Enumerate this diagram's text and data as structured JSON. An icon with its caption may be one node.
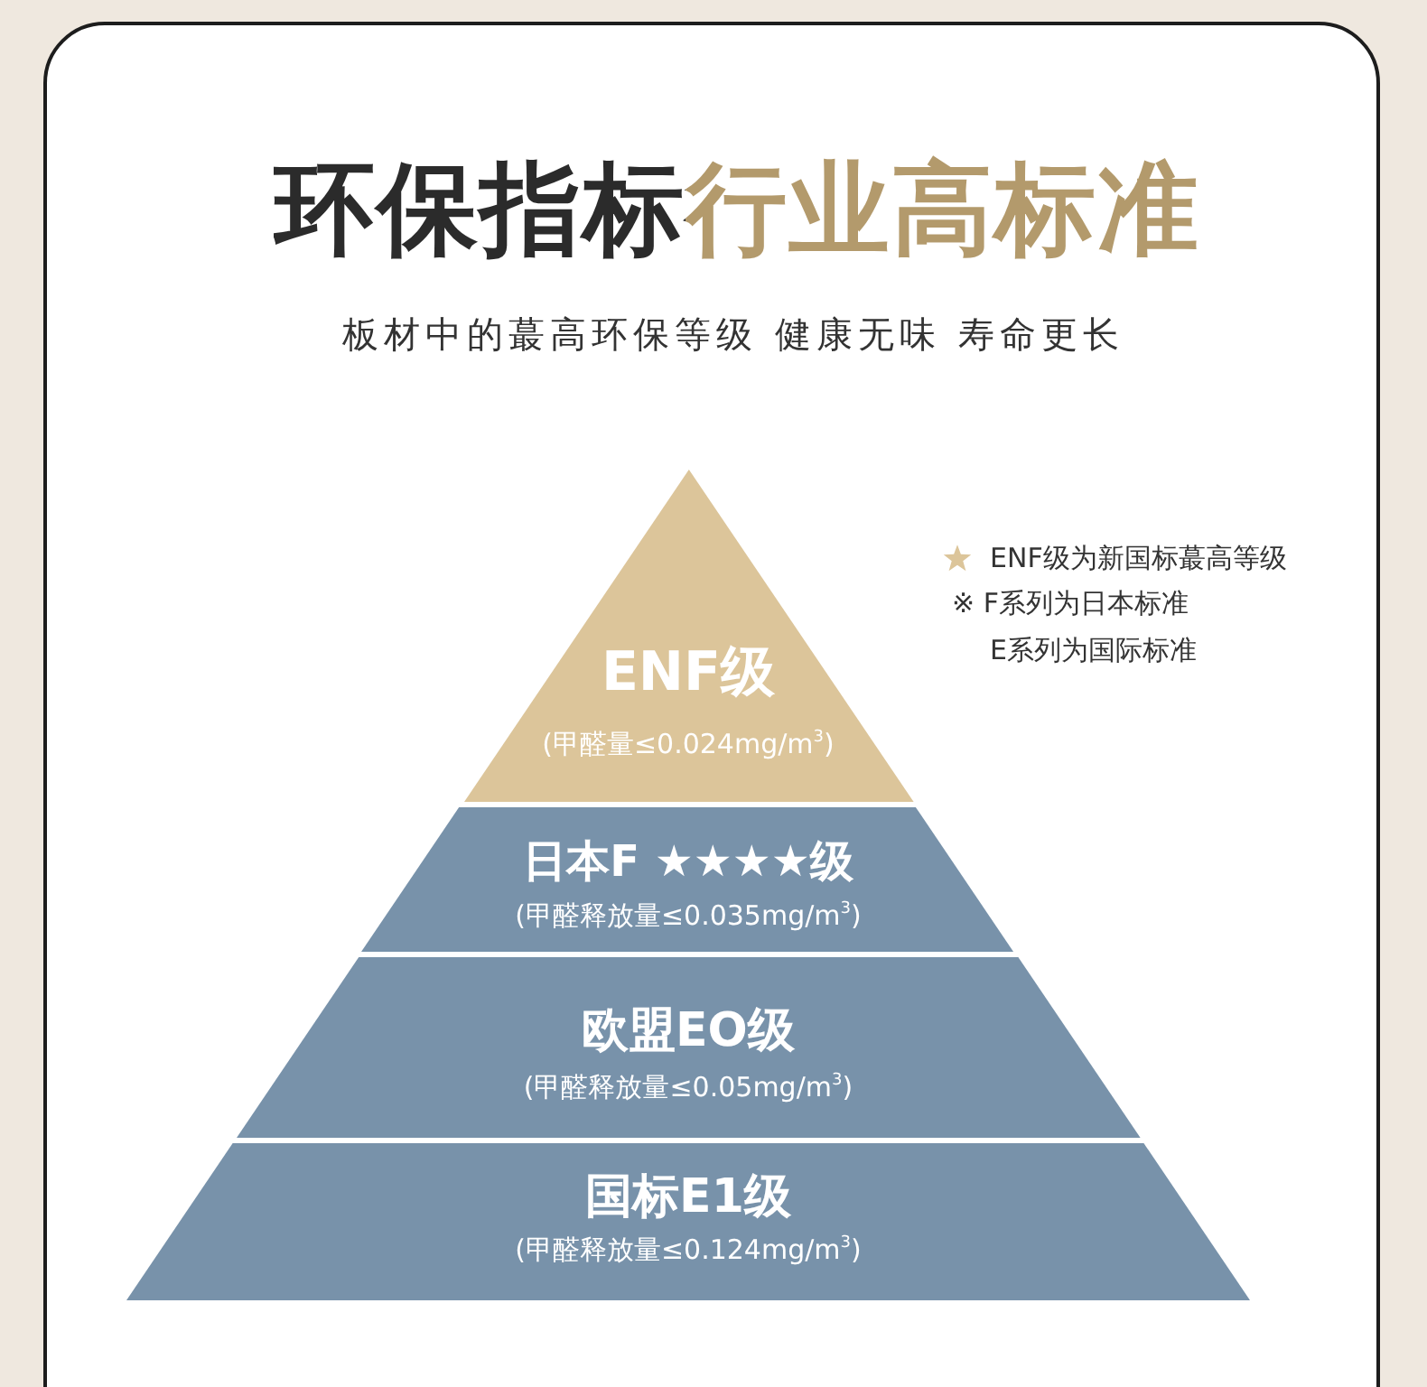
{
  "diagram": {
    "title": "环保指标行业高标准",
    "nodes": [
      {
        "text": [
          "ENF级",
          "(甲醛量≤0.024mg/m$^{3}$)"
        ]
      },
      {
        "text": [
          "日本F ★★★★级",
          "(甲醛释放量≤0.035mg/m$^{3}$)"
        ]
      },
      {
        "text": [
          "欧盟EO级",
          "(甲醛释放量≤0.05mg/m$^{3}$)"
        ]
      },
      {
        "text": [
          "国标E1级",
          "(甲醛释放量≤0.124mg/m$^{3}$)"
        ]
      }
    ],
    "labels": [
      "板材中的蕞高环保等级 健康无味 寿命更长",
      "ENF级为新国标蕞高等级",
      "※ F系列为日本标准",
      "E系列为国际标准"
    ]
  }
}
